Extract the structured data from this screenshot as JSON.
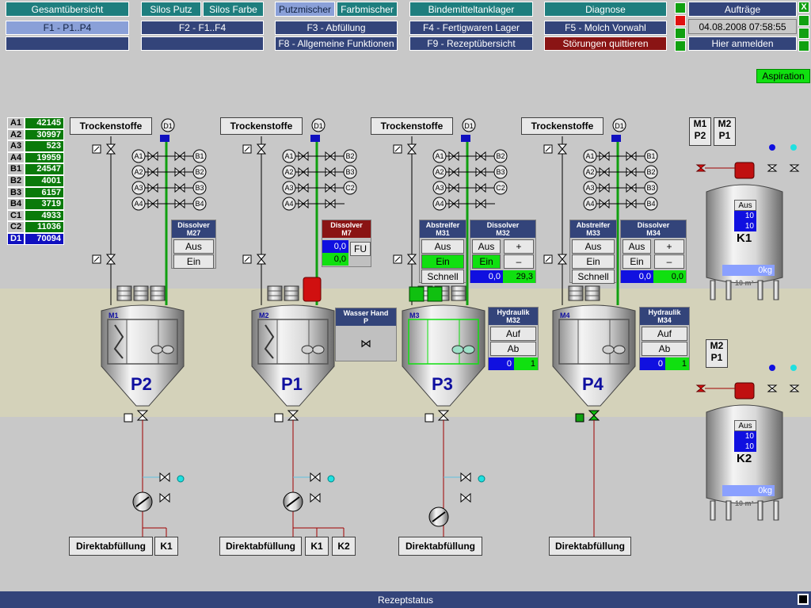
{
  "nav": {
    "row1": [
      "Gesamtübersicht",
      "Silos Putz",
      "Silos Farbe",
      "Putzmischer",
      "Farbmischer",
      "Bindemitteltanklager",
      "Diagnose"
    ],
    "row2": [
      "F1 - P1..P4",
      "F2 - F1..F4",
      "F3 - Abfüllung",
      "F4 - Fertigwaren Lager",
      "F5 - Molch Vorwahl"
    ],
    "row3": [
      "",
      "",
      "F8 - Allgemeine Funktionen",
      "F9 - Rezeptübersicht",
      "Störungen quittieren"
    ],
    "right": {
      "orders": "Aufträge",
      "datetime": "04.08.2008 07:58:55",
      "login": "Hier anmelden",
      "close": "X"
    }
  },
  "aspiration": "Aspiration",
  "components": [
    {
      "k": "A1",
      "v": "42145"
    },
    {
      "k": "A2",
      "v": "30997"
    },
    {
      "k": "A3",
      "v": "523"
    },
    {
      "k": "A4",
      "v": "19959"
    },
    {
      "k": "B1",
      "v": "24547"
    },
    {
      "k": "B2",
      "v": "4001"
    },
    {
      "k": "B3",
      "v": "6157"
    },
    {
      "k": "B4",
      "v": "3719"
    },
    {
      "k": "C1",
      "v": "4933"
    },
    {
      "k": "C2",
      "v": "11036"
    },
    {
      "k": "D1",
      "v": "70094"
    }
  ],
  "labels": {
    "dry": "Trockenstoffe",
    "direct": "Direktabfüllung",
    "water_hand": "Wasser Hand",
    "water_hand_sub": "P",
    "k1": "K1",
    "k2": "K2",
    "d1": "D1"
  },
  "valves": {
    "left": [
      "A1",
      "A2",
      "A3",
      "A4"
    ],
    "right_a": [
      "B1",
      "B2",
      "B3",
      "B4"
    ],
    "right_b": [
      "B2",
      "B3",
      "C2"
    ]
  },
  "mixers": [
    {
      "id": "M1",
      "name": "P2"
    },
    {
      "id": "M2",
      "name": "P1"
    },
    {
      "id": "M3",
      "name": "P3"
    },
    {
      "id": "M4",
      "name": "P4"
    }
  ],
  "panels": {
    "dissolver": "Dissolver",
    "abstreifer": "Abstreifer",
    "hydraulik": "Hydraulik",
    "aus": "Aus",
    "ein": "Ein",
    "schnell": "Schnell",
    "auf": "Auf",
    "ab": "Ab",
    "plus": "+",
    "minus": "–",
    "fu": "FU",
    "m27": "M27",
    "m7": "M7",
    "m31": "M31",
    "m32": "M32",
    "m33": "M33",
    "m34": "M34",
    "val_00": "0,0",
    "val_293": "29,3",
    "val_0": "0",
    "val_1": "1"
  },
  "silos": [
    {
      "name": "K1",
      "aus": "Aus",
      "v1": "10",
      "v2": "10",
      "kg": "0",
      "unit": "kg",
      "vol": "10 m³",
      "tags": [
        "M1",
        "P2",
        "M2",
        "P1"
      ]
    },
    {
      "name": "K2",
      "aus": "Aus",
      "v1": "10",
      "v2": "10",
      "kg": "0",
      "unit": "kg",
      "vol": "10 m³",
      "tags": [
        "M2",
        "P1"
      ]
    }
  ],
  "status": "Rezeptstatus",
  "colors": {
    "teal": "#1e7e7e",
    "navy": "#33447a",
    "green": "#10e010",
    "red": "#8a1414"
  }
}
